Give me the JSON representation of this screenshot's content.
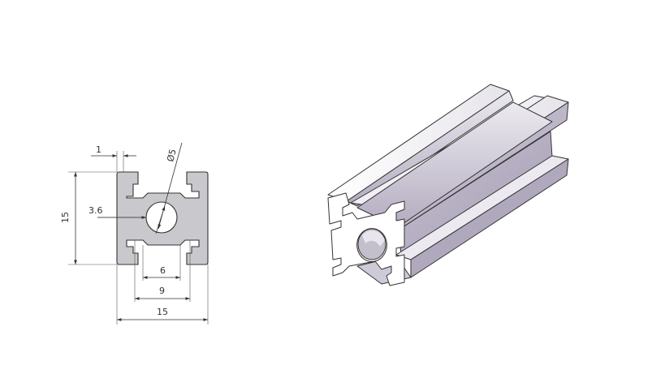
{
  "drawing": {
    "dimensions": {
      "slot_lip": "1",
      "bore_diameter": "Ø5",
      "height": "15",
      "inner_offset": "3.6",
      "slot_opening": "6",
      "slot_width": "9",
      "width": "15"
    }
  },
  "colors": {
    "profile_fill": "#c9c9cd",
    "face_light": "#f4f4f6",
    "face_mid": "#d7d4dc",
    "face_dark": "#a9a2b4",
    "outline": "#333333"
  }
}
